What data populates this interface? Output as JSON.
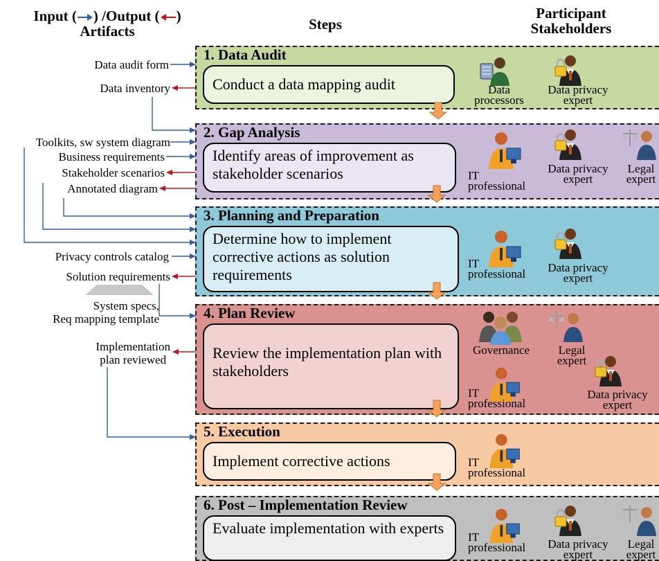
{
  "header": {
    "io_prefix": "Input (",
    "io_mid": ") /Output (",
    "io_suffix": ")",
    "io_line2": "Artifacts",
    "steps": "Steps",
    "participants_line1": "Participant",
    "participants_line2": "Stakeholders"
  },
  "colors": {
    "input_arrow": "#2e5fa8",
    "output_arrow": "#c0171c",
    "flow_arrow": "#f5a25c"
  },
  "stages": [
    {
      "title": "1. Data Audit",
      "text": "Conduct a data mapping audit",
      "bg": "#c6d9a1",
      "box": "#ecf3de"
    },
    {
      "title": "2. Gap Analysis",
      "text": "Identify areas of improvement as stakeholder scenarios",
      "bg": "#c9bad8",
      "box": "#ece6f2"
    },
    {
      "title": "3. Planning and Preparation",
      "text": "Determine how to implement corrective actions as solution requirements",
      "bg": "#8ec9d9",
      "box": "#d8eef4"
    },
    {
      "title": "4. Plan Review",
      "text": "Review the implementation plan with stakeholders",
      "bg": "#d9928f",
      "box": "#f1d2d0"
    },
    {
      "title": "5. Execution",
      "text": "Implement corrective actions",
      "bg": "#f8caa3",
      "box": "#fdeee1"
    },
    {
      "title": "6. Post – Implementation Review",
      "text": "Evaluate implementation with experts",
      "bg": "#bfbfbf",
      "box": "#eeeeee"
    }
  ],
  "participants": {
    "data_processors": [
      "Data",
      "processors"
    ],
    "privacy": [
      "Data privacy",
      "expert"
    ],
    "it": [
      "IT",
      "professional"
    ],
    "legal": [
      "Legal",
      "expert"
    ],
    "governance": "Governance"
  },
  "artifacts": {
    "a1": "Data audit form",
    "a2": "Data inventory",
    "a3": "Toolkits, sw system diagram",
    "a4": "Business requirements",
    "a5": "Stakeholder scenarios",
    "a6": "Annotated diagram",
    "a7": "Privacy controls catalog",
    "a8": "Solution requirements",
    "a9_1": "System specs,",
    "a9_2": "Req mapping template",
    "a10_1": "Implementation",
    "a10_2": "plan reviewed"
  }
}
